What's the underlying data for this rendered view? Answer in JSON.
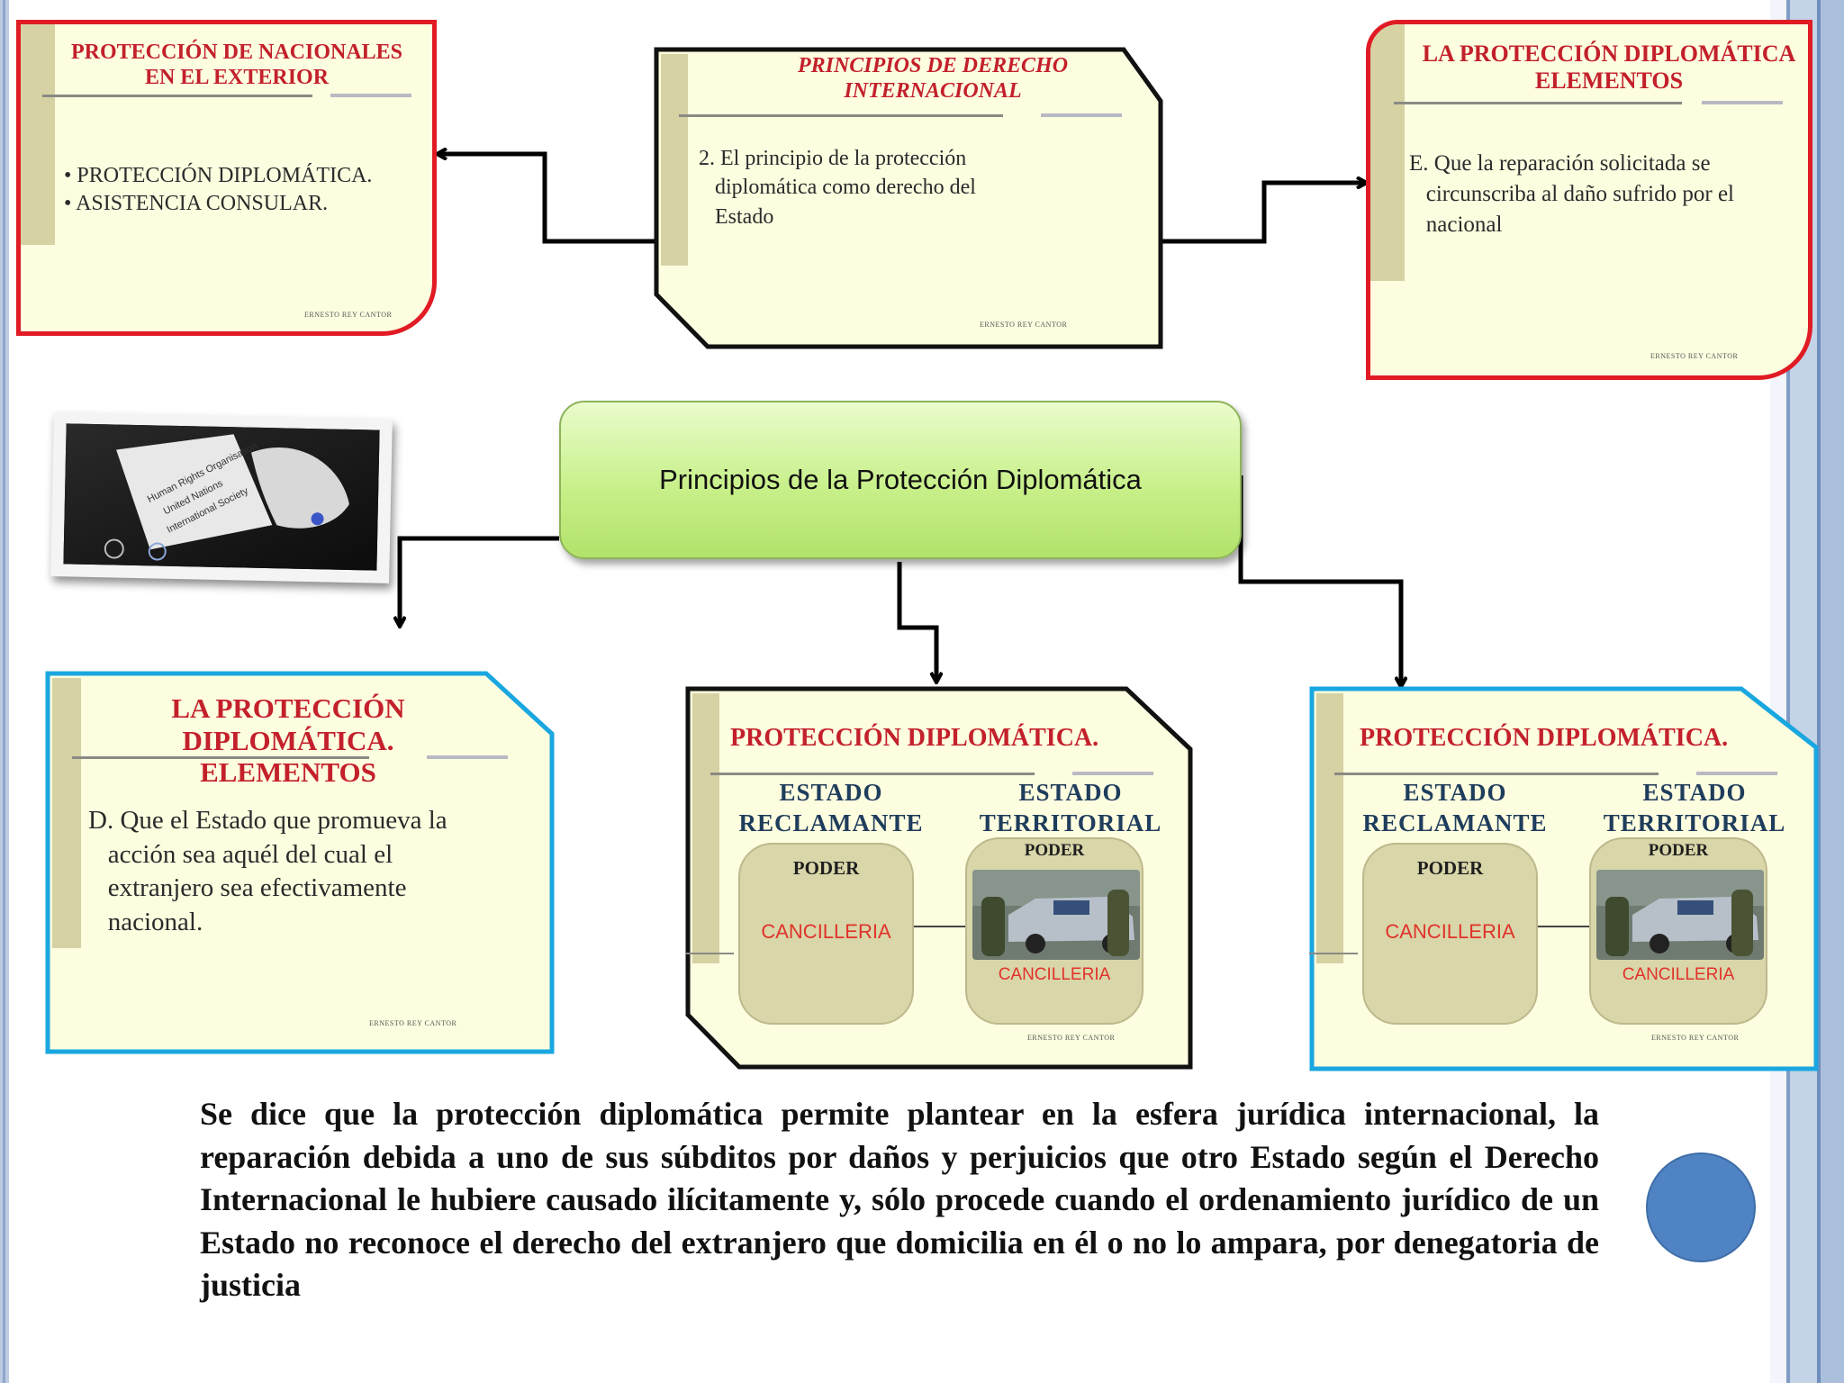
{
  "top_left": {
    "title": "PROTECCIÓN DE NACIONALES\nEN EL EXTERIOR",
    "items": [
      "• PROTECCIÓN DIPLOMÁTICA.",
      "• ASISTENCIA CONSULAR."
    ],
    "footer": "ERNESTO REY CANTOR"
  },
  "top_center": {
    "title": "PRINCIPIOS DE DERECHO\nINTERNACIONAL",
    "body": "2. El principio de la protección\n   diplomática como derecho del\n   Estado",
    "footer": "ERNESTO REY CANTOR"
  },
  "top_right": {
    "title": "LA PROTECCIÓN DIPLOMÁTICA\nELEMENTOS",
    "body": "E. Que la reparación solicitada se\n   circunscriba al daño sufrido por el\n   nacional",
    "footer": "ERNESTO REY CANTOR"
  },
  "center_node": {
    "label": "Principios de la Protección Diplomática"
  },
  "bottom_left": {
    "title": "LA PROTECCIÓN\nDIPLOMÁTICA. ELEMENTOS",
    "body": "D. Que el Estado que promueva la\n   acción sea aquél del cual el\n   extranjero sea efectivamente\n   nacional.",
    "footer": "ERNESTO REY CANTOR"
  },
  "bottom_center": {
    "title": "PROTECCIÓN DIPLOMÁTICA.",
    "estado_left": "ESTADO\nRECLAMANTE",
    "estado_right": "ESTADO\nTERRITORIAL",
    "poder_left": "PODER",
    "poder_right": "PODER",
    "canc_left": "CANCILLERIA",
    "canc_right": "CANCILLERIA",
    "footer": "ERNESTO REY CANTOR"
  },
  "bottom_right": {
    "title": "PROTECCIÓN DIPLOMÁTICA.",
    "estado_left": "ESTADO\nRECLAMANTE",
    "estado_right": "ESTADO\nTERRITORIAL",
    "poder_left": "PODER",
    "poder_right": "PODER",
    "canc_left": "CANCILLERIA",
    "canc_right": "CANCILLERIA",
    "footer": "ERNESTO REY CANTOR"
  },
  "paragraph": "Se dice que la  protección diplomática permite plantear en la esfera jurídica internacional, la reparación debida a uno de sus súbditos por daños y perjuicios que otro Estado  según el Derecho Internacional  le hubiere causado ilícitamente y, sólo procede cuando el ordenamiento jurídico de un Estado no reconoce el derecho del extranjero que domicilia en él o no lo ampara, por denegatoria de justicia",
  "photo": {
    "paper_lines": [
      "Human Rights Organisation",
      "United Nations",
      "International Society"
    ]
  },
  "colors": {
    "red_border": "#e01b24",
    "blue_border": "#1aa7e0",
    "black_border": "#111111",
    "title_red": "#c3202b",
    "node_green": "#c8f08a",
    "circle_blue": "#4f83c3"
  }
}
